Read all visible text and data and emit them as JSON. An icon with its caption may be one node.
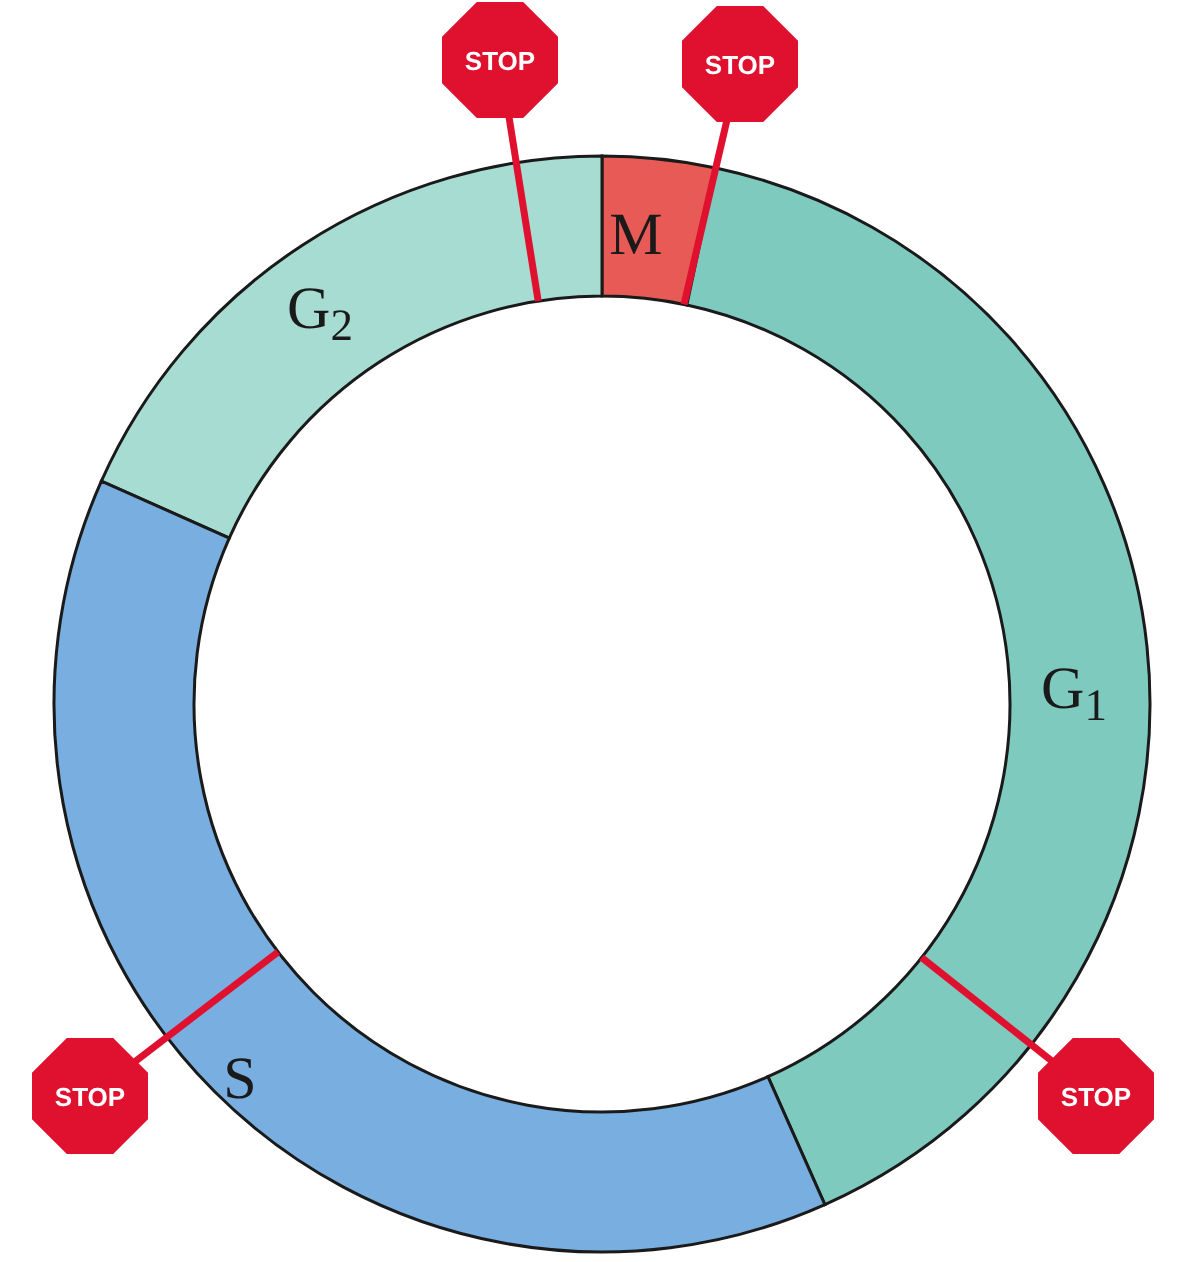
{
  "diagram": {
    "nodes": [
      {
        "text": [
          "STOP"
        ]
      },
      {
        "text": [
          "STOP"
        ]
      },
      {
        "text": [
          "M"
        ]
      },
      {
        "text": [
          "G$_{2}$"
        ]
      },
      {
        "text": [
          "G$_{1}$"
        ]
      },
      {
        "text": [
          "S"
        ]
      },
      {
        "text": [
          "STOP"
        ]
      },
      {
        "text": [
          "STOP"
        ]
      }
    ],
    "edges": [
      {
        "from": 0,
        "to": 3,
        "arrow": "none"
      },
      {
        "from": 1,
        "to": 2,
        "arrow": "none"
      },
      {
        "from": 6,
        "to": 5,
        "arrow": "none"
      },
      {
        "from": 7,
        "to": 4,
        "arrow": "none"
      }
    ]
  }
}
